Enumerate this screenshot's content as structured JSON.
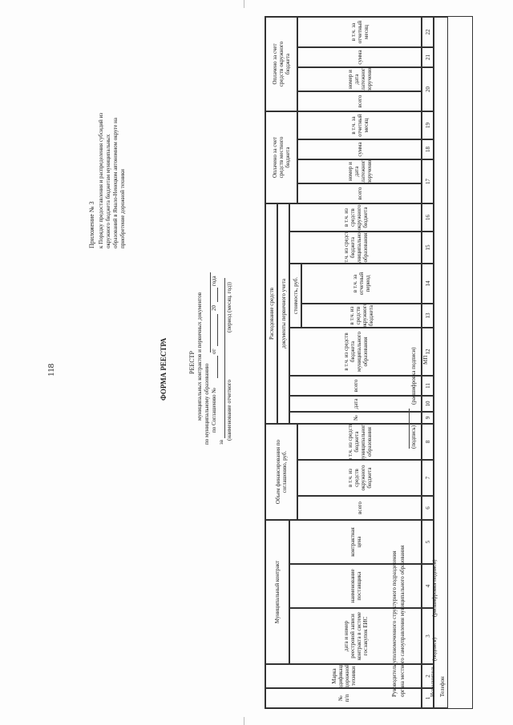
{
  "page_number": "118",
  "appendix": {
    "title": "Приложение № 3",
    "text_lines": [
      "к Порядку предоставления и распределения субсидий из",
      "окружного бюджета бюджетам муниципальных",
      "образований в Ямало-Ненецком автономном округе на",
      "приобретение дорожной техники"
    ]
  },
  "form_title": "ФОРМА РЕЕСТРА",
  "registry": {
    "title": "РЕЕСТР",
    "line1": "муниципальных контрактов и первичных документов",
    "line2_prefix": "по муниципальному образованию",
    "line3_prefix": "по Соглашению №",
    "line3_from": "от",
    "line3_num": "20",
    "line3_year": "года",
    "line4_prefix": "за",
    "hint_period_left": "(наименование отчетного",
    "hint_period_right": "(период (месяц, год))"
  },
  "table": {
    "col_no": "№\nп/п",
    "col_brand": "Марка (модификация)\nдорожной техники",
    "group_contract": "Муниципальный контракт",
    "col_contract_date": "дата и номер\nреестровой записи\nконтракта в системе\nгосзакупок ЕИС",
    "col_supplier": "наименование\nпоставщика",
    "col_price": "контрактная цена",
    "group_financing": "Объем финансирования по\nсоглашению, руб.",
    "col_fin_total": "всего",
    "col_fin_okrug": "в т.ч. из средств\nокружного бюджета",
    "col_fin_mun": "в т.ч. из средств\nбюджета\nмуниципального\nобразования",
    "group_documents": "Расходование средств",
    "group_documents_sub": "документы первичного учета",
    "col_doc_no": "№",
    "col_doc_date": "дата",
    "col_doc_total": "всего",
    "col_doc_mun": "в т.ч. из средств\nбюджета\nмуниципального\nобразования",
    "col_cost": "стоимость, руб.",
    "col_cost_okrug": "в т.ч. из средств\nокружного бюджета",
    "col_cost_period": "в т.ч. за отчетный\nпериод",
    "col_cost_mun": "в т.ч. из средств\nбюджета\nмуниципального\nобразования",
    "col_cost_okrug2": "в т.ч. из средств\nокружного бюджета",
    "group_paid_local": "Оплачено за счет\nсредств местного\nбюджета",
    "col_pl_total": "всего",
    "col_pl_doc": "номер и дата\nплатежного\nпоручения",
    "col_pl_sum": "сумма",
    "col_pl_period": "в т.ч. за отчетный\nмесяц",
    "group_paid_okrug": "Оплачено за счет\nсредств окружного\nбюджета",
    "col_po_total": "всего",
    "col_po_doc": "номер и дата\nплатежного\nпоручения",
    "col_po_sum": "сумма",
    "col_po_period": "в т.ч. за отчетный\nмесяц",
    "numbers": [
      "1",
      "2",
      "3",
      "4",
      "5",
      "6",
      "7",
      "8",
      "9",
      "10",
      "11",
      "12",
      "13",
      "14",
      "15",
      "16",
      "17",
      "18",
      "19",
      "20",
      "21",
      "22"
    ]
  },
  "footer": {
    "head_line1": "Руководитель уполномоченного структурного подразделения",
    "head_line2": "органа местного самоуправления муниципального образования",
    "sign_hint": "(подпись)",
    "sign_decode": "(расшифровка подписи)",
    "mp": "МП",
    "executor": "Исполнитель",
    "exec_sign": "(подпись)",
    "exec_decode": "(расшифровка подписи)",
    "phone": "Телефон"
  }
}
